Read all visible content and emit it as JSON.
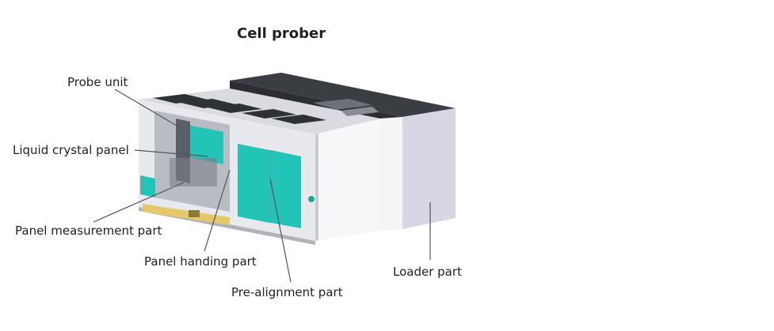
{
  "title": "Cell prober",
  "labels": {
    "probe_unit": "Probe unit",
    "liquid_crystal_panel": "Liquid crystal panel",
    "panel_measurement_part": "Panel measurement part",
    "panel_handing_part": "Panel handing part",
    "pre_alignment_part": "Pre-alignment part",
    "loader_part": "Loader part"
  },
  "colors": {
    "teal": "#22c4b8",
    "machine_light": "#ecedf0",
    "machine_gray": "#cfd1d6",
    "roof_dark": "#3a3d42",
    "loader_lavender": "#d6d6e4",
    "base_yellow": "#e6c76a",
    "leader_line": "#555555"
  }
}
